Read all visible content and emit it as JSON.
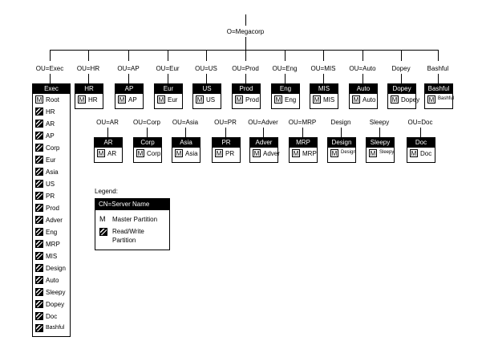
{
  "root": {
    "label": "O=Megacorp"
  },
  "ous": [
    {
      "label": "OU=Exec"
    },
    {
      "label": "OU=HR"
    },
    {
      "label": "OU=AP"
    },
    {
      "label": "OU=Eur"
    },
    {
      "label": "OU=US"
    },
    {
      "label": "OU=Prod"
    },
    {
      "label": "OU=Eng"
    },
    {
      "label": "OU=MIS"
    },
    {
      "label": "OU=Auto"
    },
    {
      "label": "Dopey"
    },
    {
      "label": "Bashful"
    }
  ],
  "ous2": [
    {
      "label": "OU=AR"
    },
    {
      "label": "OU=Corp"
    },
    {
      "label": "OU=Asia"
    },
    {
      "label": "OU=PR"
    },
    {
      "label": "OU=Adver"
    },
    {
      "label": "OU=MRP"
    },
    {
      "label": "Design"
    },
    {
      "label": "Sleepy"
    },
    {
      "label": "OU=Doc"
    }
  ],
  "exec_server": {
    "name": "Exec",
    "rows": [
      {
        "icon": "M",
        "type": "master",
        "label": "Root"
      },
      {
        "icon": "",
        "type": "rw",
        "label": "HR"
      },
      {
        "icon": "",
        "type": "rw",
        "label": "AR"
      },
      {
        "icon": "",
        "type": "rw",
        "label": "AP"
      },
      {
        "icon": "",
        "type": "rw",
        "label": "Corp"
      },
      {
        "icon": "",
        "type": "rw",
        "label": "Eur"
      },
      {
        "icon": "",
        "type": "rw",
        "label": "Asia"
      },
      {
        "icon": "",
        "type": "rw",
        "label": "US"
      },
      {
        "icon": "",
        "type": "rw",
        "label": "PR"
      },
      {
        "icon": "",
        "type": "rw",
        "label": "Prod"
      },
      {
        "icon": "",
        "type": "rw",
        "label": "Adver"
      },
      {
        "icon": "",
        "type": "rw",
        "label": "Eng"
      },
      {
        "icon": "",
        "type": "rw",
        "label": "MRP"
      },
      {
        "icon": "",
        "type": "rw",
        "label": "MIS"
      },
      {
        "icon": "",
        "type": "rw",
        "label": "Design"
      },
      {
        "icon": "",
        "type": "rw",
        "label": "Auto"
      },
      {
        "icon": "",
        "type": "rw",
        "label": "Sleepy"
      },
      {
        "icon": "",
        "type": "rw",
        "label": "Dopey"
      },
      {
        "icon": "",
        "type": "rw",
        "label": "Doc"
      },
      {
        "icon": "",
        "type": "rw",
        "label": "Bashful"
      }
    ]
  },
  "servers_row1": [
    {
      "name": "HR",
      "icon": "M",
      "label": "HR"
    },
    {
      "name": "AP",
      "icon": "M",
      "label": "AP"
    },
    {
      "name": "Eur",
      "icon": "M",
      "label": "Eur"
    },
    {
      "name": "US",
      "icon": "M",
      "label": "US"
    },
    {
      "name": "Prod",
      "icon": "M",
      "label": "Prod"
    },
    {
      "name": "Eng",
      "icon": "M",
      "label": "Eng"
    },
    {
      "name": "MIS",
      "icon": "M",
      "label": "MIS"
    },
    {
      "name": "Auto",
      "icon": "M",
      "label": "Auto"
    },
    {
      "name": "Dopey",
      "icon": "M",
      "label": "Dopey"
    },
    {
      "name": "Bashful",
      "icon": "M",
      "label": "Bashful"
    }
  ],
  "servers_row2": [
    {
      "name": "AR",
      "icon": "M",
      "label": "AR"
    },
    {
      "name": "Corp",
      "icon": "M",
      "label": "Corp"
    },
    {
      "name": "Asia",
      "icon": "M",
      "label": "Asia"
    },
    {
      "name": "PR",
      "icon": "M",
      "label": "PR"
    },
    {
      "name": "Adver",
      "icon": "M",
      "label": "Adver"
    },
    {
      "name": "MRP",
      "icon": "M",
      "label": "MRP"
    },
    {
      "name": "Design",
      "icon": "M",
      "label": "Design"
    },
    {
      "name": "Sleepy",
      "icon": "M",
      "label": "Sleepy"
    },
    {
      "name": "Doc",
      "icon": "M",
      "label": "Doc"
    }
  ],
  "legend": {
    "title": "Legend:",
    "header": "CN=Server Name",
    "master_icon": "M",
    "master_label": "Master Partition",
    "rw_label_1": "Read/Write",
    "rw_label_2": "Partition"
  }
}
